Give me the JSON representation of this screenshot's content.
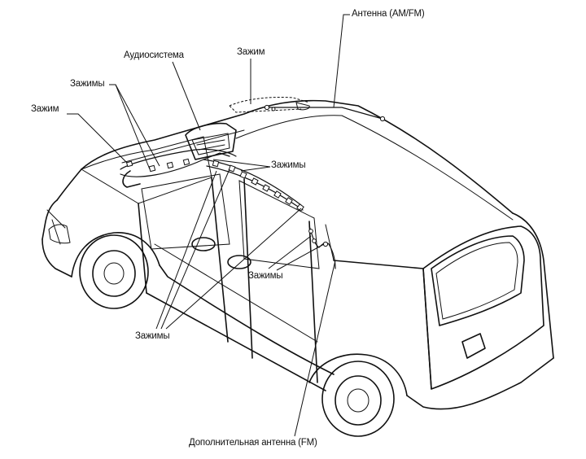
{
  "labels": {
    "antenna_am_fm": "Антенна (AM/FM)",
    "clip_top": "Зажим",
    "audio_system": "Аудиосистема",
    "clips_upper_left": "Зажимы",
    "clip_left": "Зажим",
    "clips_middle": "Зажимы",
    "clips_right": "Зажимы",
    "clips_bottom": "Зажимы",
    "aux_antenna_fm": "Дополнительная антенна (FM)"
  }
}
